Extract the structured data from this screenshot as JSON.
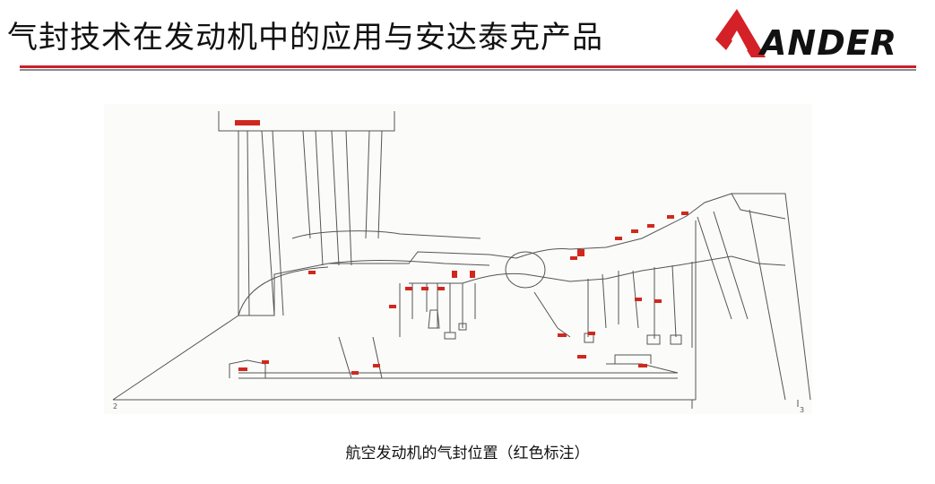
{
  "header": {
    "title": "气封技术在发动机中的应用与安达泰克产品",
    "logo_text": "ANDER"
  },
  "figure": {
    "page_left": "2",
    "page_right": "3",
    "caption": "航空发动机的气封位置（红色标注）"
  },
  "colors": {
    "accent_red": "#c8202a",
    "seal_red": "#d0281e",
    "line": "#444444"
  }
}
